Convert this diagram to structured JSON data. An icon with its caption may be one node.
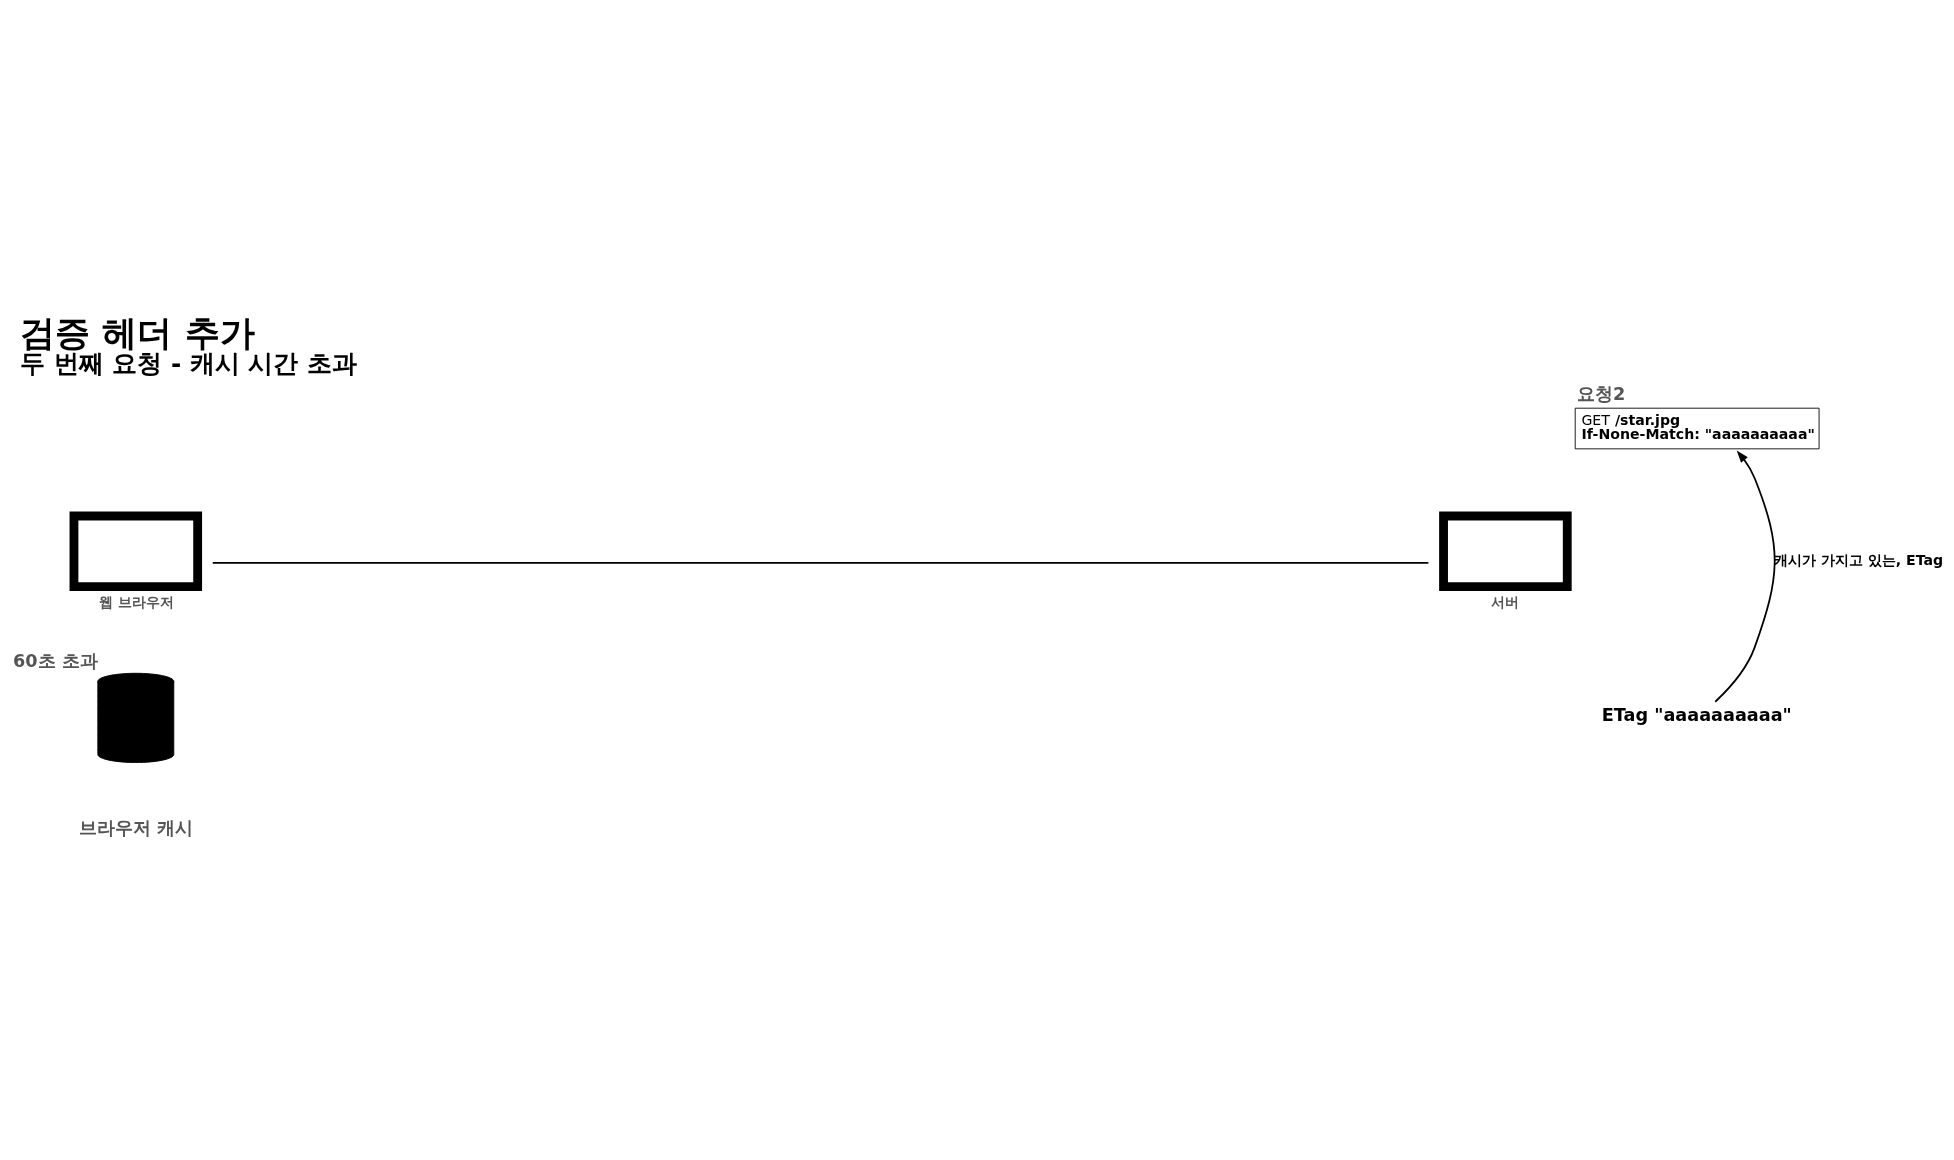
{
  "diagram": {
    "title": "검증 헤더 추가",
    "caption": "두 번째 요청 - 캐시 시간 초과",
    "nodes": [
      {
        "text": [],
        "shape": "monitor",
        "beside": [
          "웹 브라우저"
        ]
      },
      {
        "text": [],
        "shape": "monitor",
        "beside": [
          "서버"
        ]
      },
      {
        "text": [
          "요청2",
          "GET **/star.jpg**",
          "**If-None-Match: \"aaaaaaaaaa\"**"
        ]
      },
      {
        "text": [
          "ETag \"aaaaaaaaaa\""
        ]
      },
      {
        "text": [],
        "shape": "cylinder",
        "beside": [
          "60초 초과",
          "브라우저 캐시"
        ]
      }
    ],
    "edges": [
      {
        "from": 0,
        "to": 1,
        "arrow": "none"
      },
      {
        "from": 3,
        "to": 2,
        "arrow": "to",
        "label": "캐시가 가지고 있는, ETag"
      }
    ]
  }
}
